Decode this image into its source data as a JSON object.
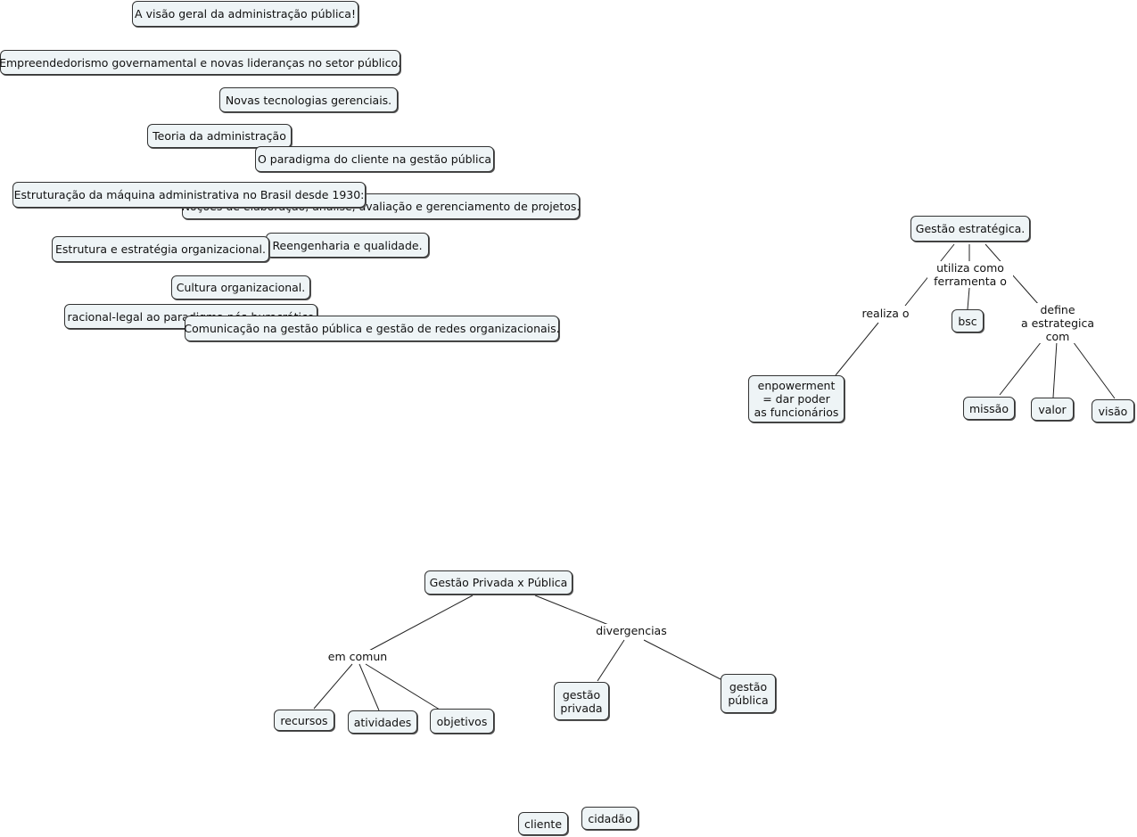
{
  "topics": {
    "t1": "A visão geral da administração pública!",
    "t2": "Empreendedorismo governamental e novas lideranças no setor público.",
    "t3": "Novas tecnologias gerenciais.",
    "t4": "Teoria da administração",
    "t5": "O paradigma do cliente na gestão pública",
    "t6": "Noções de elaboração, análise, avaliação e gerenciamento de projetos.",
    "t7": "Estruturação da máquina administrativa no Brasil desde 1930:",
    "t8": "Reengenharia e qualidade.",
    "t9": "Estrutura e estratégia organizacional.",
    "t10": "Cultura organizacional.",
    "t11": "racional-legal ao paradigma pós-burocrático",
    "t12": "Comunicação na gestão pública e gestão de redes organizacionais."
  },
  "strategy": {
    "root": "Gestão estratégica.",
    "link_realiza": "realiza o",
    "link_utiliza": "utiliza como\nferramenta o",
    "link_define": "define\na estrategica\ncom",
    "empowerment": "enpowerment\n= dar poder\nas funcionários",
    "bsc": "bsc",
    "missao": "missão",
    "valor": "valor",
    "visao": "visão"
  },
  "compare": {
    "root": "Gestão Privada x Pública",
    "link_comum": "em comun",
    "link_divergencias": "divergencias",
    "recursos": "recursos",
    "atividades": "atividades",
    "objetivos": "objetivos",
    "gestao_privada": "gestão\nprivada",
    "gestao_publica": "gestão\npública"
  },
  "extras": {
    "cliente": "cliente",
    "cidadao": "cidadão"
  }
}
